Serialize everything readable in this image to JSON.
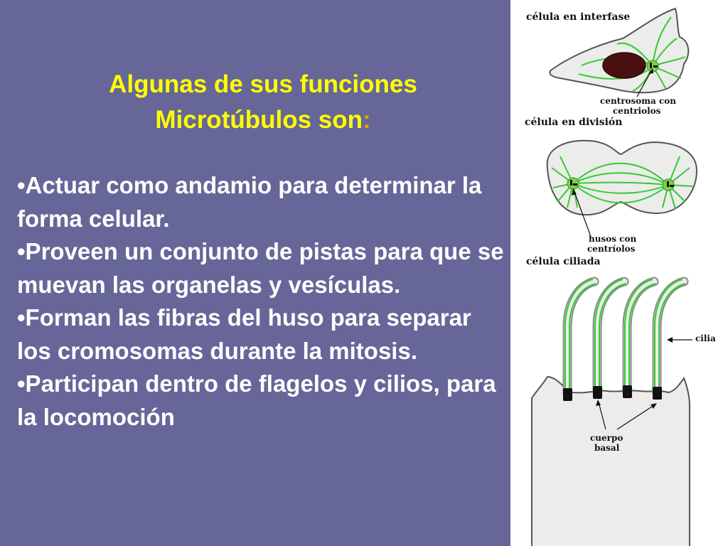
{
  "title": {
    "line1": "Algunas de sus funciones",
    "line2": "Microtúbulos  son",
    "colon": ":"
  },
  "bullets": [
    "•Actuar como andamio para determinar la forma celular.",
    "•Proveen un conjunto de pistas para que se muevan las organelas y vesículas.",
    "•Forman las fibras del huso para separar los cromosomas durante la mitosis.",
    "•Participan dentro de flagelos y cilios, para la locomoción"
  ],
  "diagram": {
    "interphase_caption": "célula en interfase",
    "centrosome_label": [
      "centrosoma con",
      "centriolos"
    ],
    "division_caption": "célula en división",
    "spindle_label": [
      "husos con",
      "centríolos"
    ],
    "ciliated_caption": "célula ciliada",
    "cilia_label": "cilia",
    "basal_body_label": [
      "cuerpo",
      "basal"
    ]
  },
  "colors": {
    "panel": "#666699",
    "title": "#ffff00",
    "microtubule": "#33cc33",
    "cytoplasm": "#ececea",
    "nucleus": "#4a1010"
  }
}
